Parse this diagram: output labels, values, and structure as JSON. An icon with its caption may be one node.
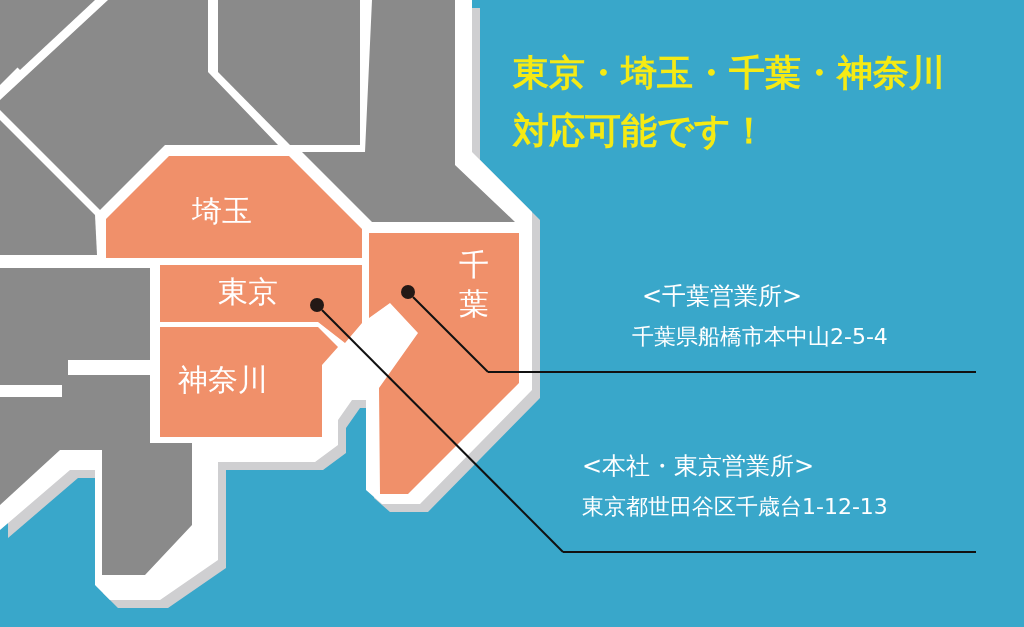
{
  "diagram": {
    "title": "東京・埼玉・千葉・神奈川対応可能です！",
    "nodes": [
      {
        "text": [
          "埼玉"
        ]
      },
      {
        "text": [
          "東京"
        ]
      },
      {
        "text": [
          "神奈川"
        ]
      },
      {
        "text": [
          "千葉"
        ]
      },
      {
        "text": [
          "<千葉営業所>",
          "千葉県船橋市本中山2-5-4"
        ]
      },
      {
        "text": [
          "<本社・東京営業所>",
          "東京都世田谷区千歳台1-12-13"
        ]
      },
      {
        "text": [],
        "shape": "circle",
        "in": 3
      },
      {
        "text": [],
        "shape": "circle",
        "in": 1
      }
    ],
    "edges": [
      {
        "from": 4,
        "to": 6,
        "arrow": "none"
      },
      {
        "from": 5,
        "to": 7,
        "arrow": "none"
      }
    ]
  }
}
